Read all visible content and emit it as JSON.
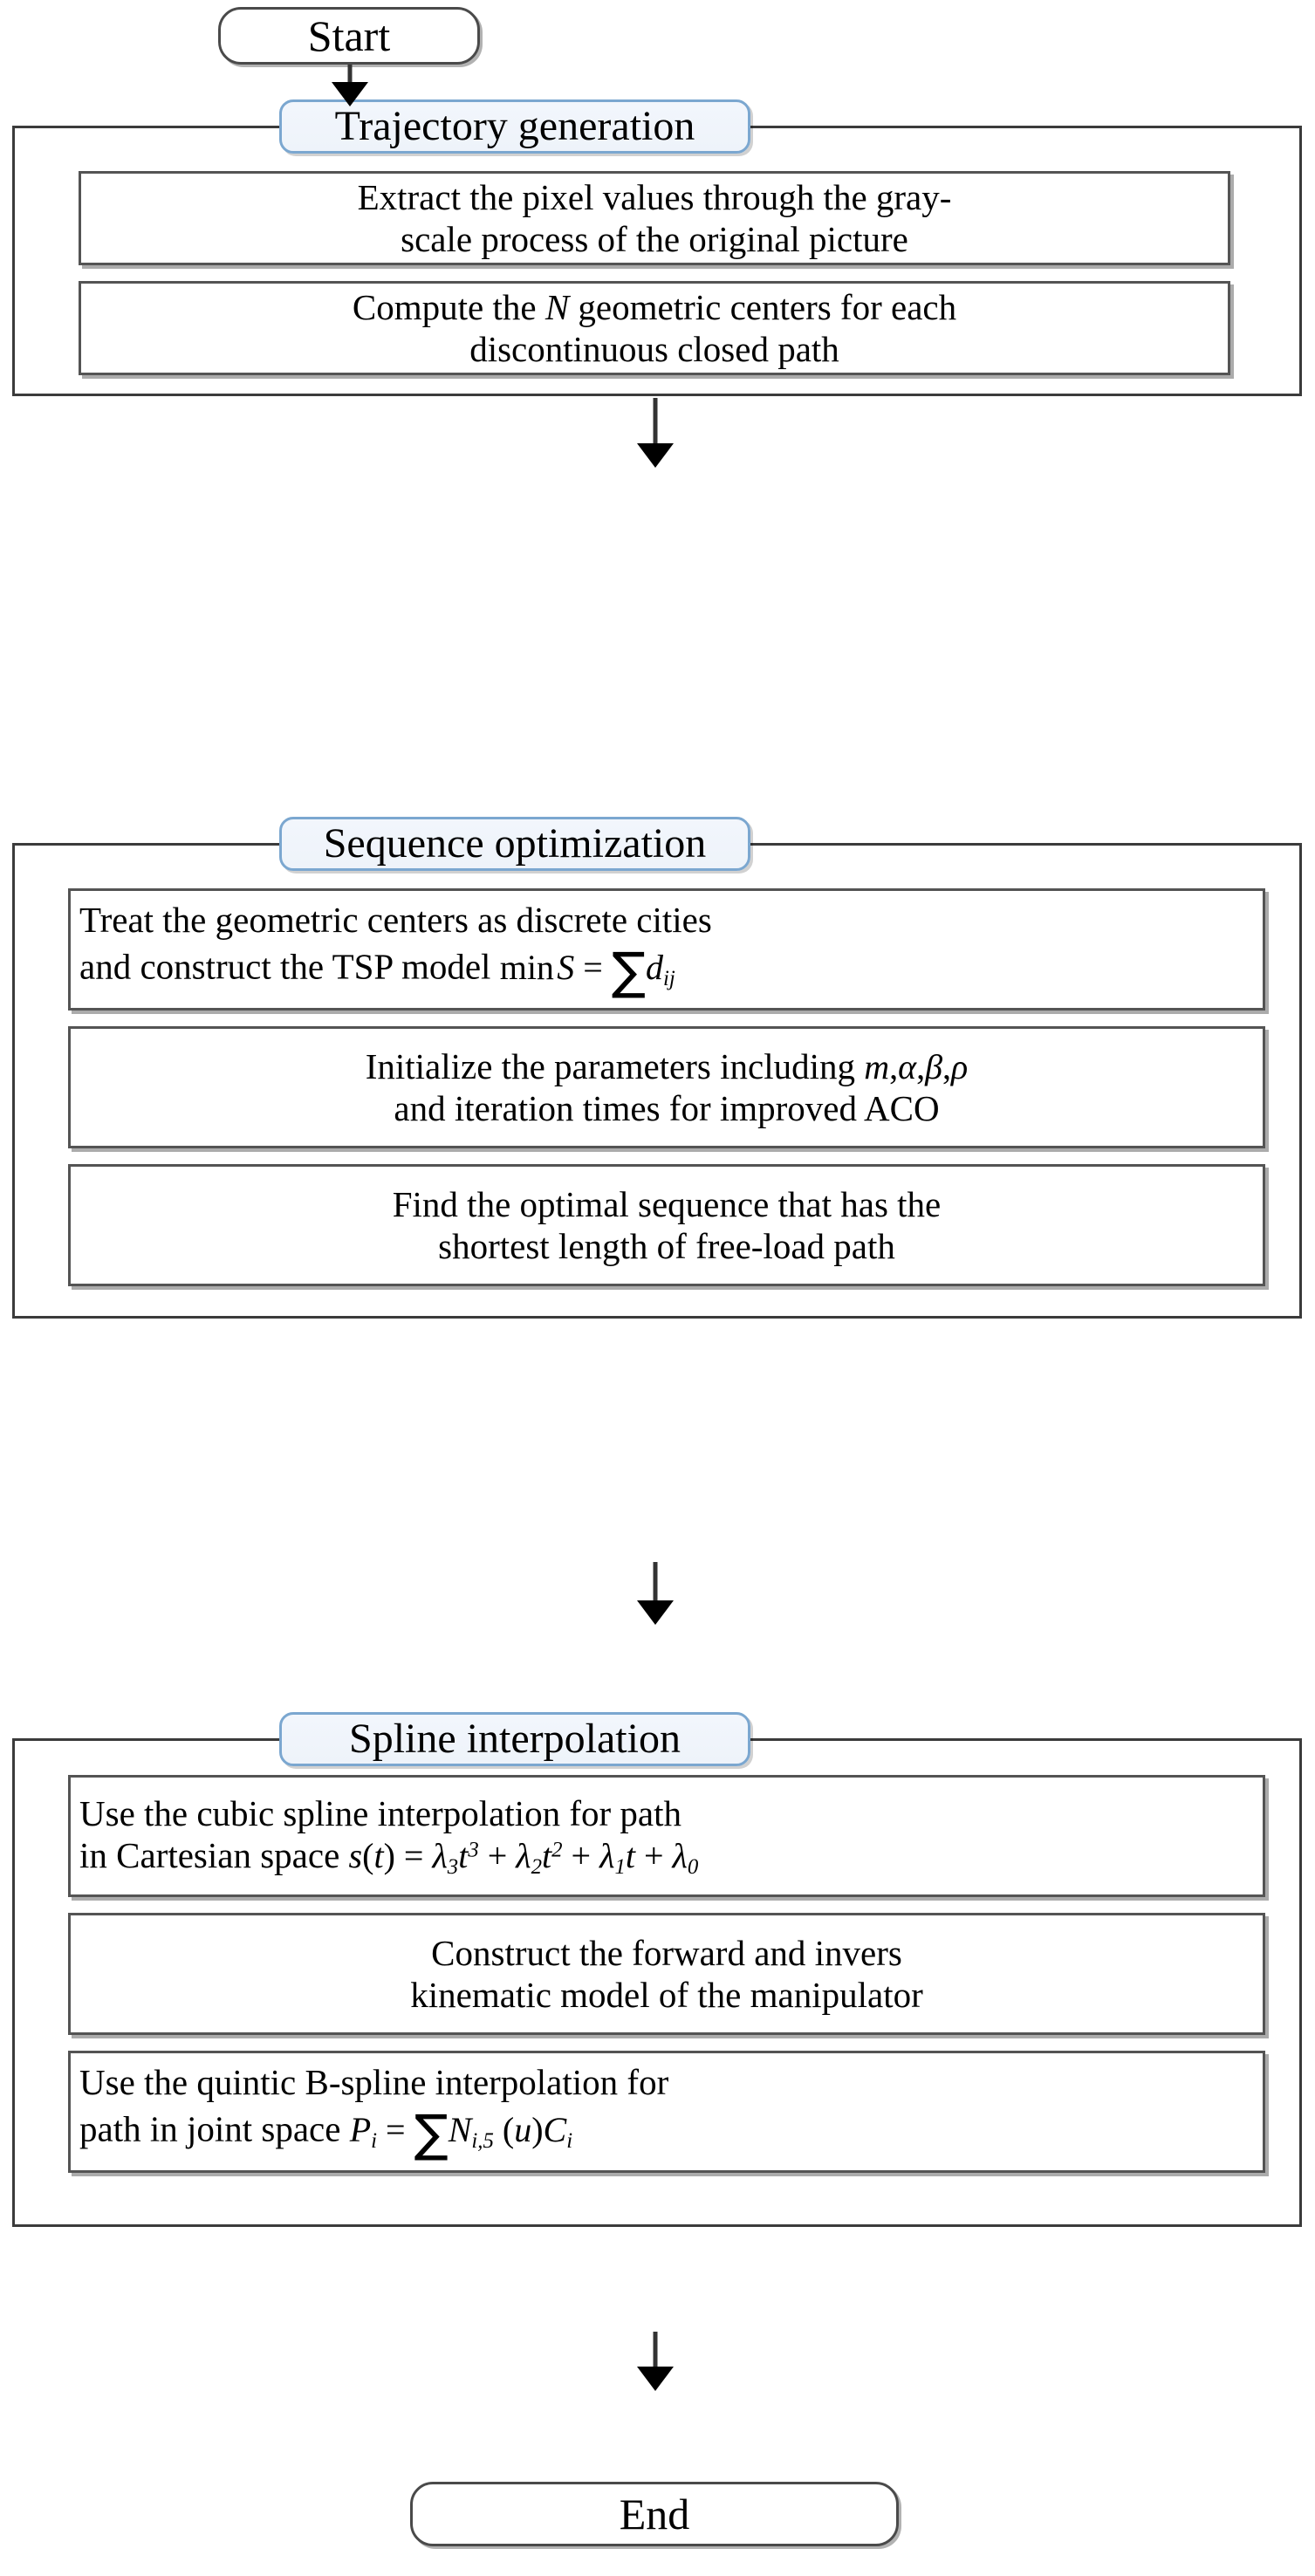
{
  "diagram": {
    "title": "Robot painting trajectory planning flowchart",
    "accent_header_border": "#7ba7d0",
    "accent_header_fill": "#eef3fa",
    "box_border": "#545454",
    "terminator_border": "#4a4a4a"
  },
  "start": {
    "label": "Start"
  },
  "end": {
    "label": "End"
  },
  "stages": [
    {
      "header": "Trajectory generation",
      "steps": [
        {
          "line1": "Extract the pixel values through the gray-",
          "line2": "scale process of the original picture"
        },
        {
          "line1": "Compute the N geometric centers for each",
          "line2": "discontinuous closed path",
          "italic_token": "N"
        }
      ]
    },
    {
      "header": "Sequence optimization",
      "steps": [
        {
          "line1": "Treat the geometric centers as discrete cities",
          "line2": "and construct the TSP model",
          "formula": "min S = ∑ dᵢⱼ"
        },
        {
          "line1": "Initialize the parameters including m, α, β, ρ",
          "line2": "and iteration times for improved ACO",
          "formula": "m, α, β, ρ"
        },
        {
          "line1": "Find the optimal sequence that has the",
          "line2": "shortest length of free-load path"
        }
      ]
    },
    {
      "header": "Spline interpolation",
      "steps": [
        {
          "line1": "Use the cubic spline interpolation for path",
          "line2": "in Cartesian space",
          "formula": "s(t) = λ₃t³ + λ₂t² + λ₁t + λ₀"
        },
        {
          "line1": "Construct the forward and invers",
          "line2": "kinematic model of the manipulator"
        },
        {
          "line1": "Use the quintic B-spline interpolation for",
          "line2": "path in joint space",
          "formula": "Pᵢ = ∑ Nᵢ,₅ (u)Cᵢ"
        }
      ]
    }
  ],
  "connectors": [
    {
      "name": "start-to-stage1"
    },
    {
      "name": "stage1-to-stage2"
    },
    {
      "name": "stage2-to-stage3"
    },
    {
      "name": "stage3-to-end"
    }
  ]
}
